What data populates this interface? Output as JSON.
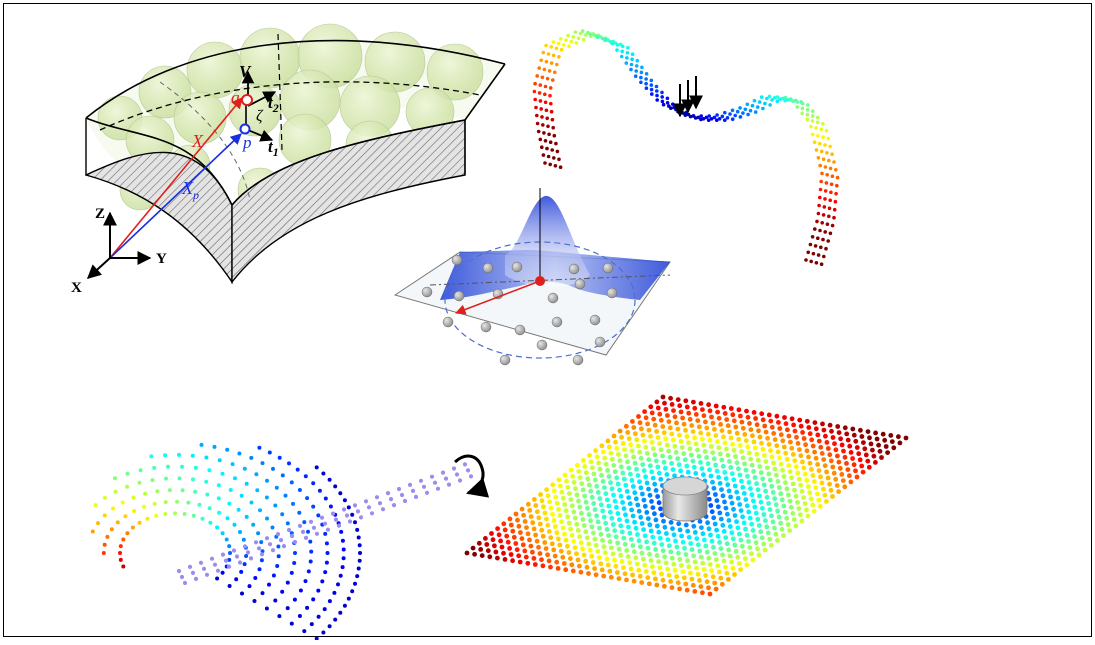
{
  "panels": {
    "shell_element": {
      "labels": {
        "q": "q",
        "V": "V",
        "zeta": "ζ",
        "t2": "t",
        "t2_sub": "2",
        "t1": "t",
        "t1_sub": "1",
        "p": "p",
        "X": "X",
        "Xp": "X",
        "Xp_sub": "p"
      },
      "axes": {
        "x": "X",
        "y": "Y",
        "z": "Z"
      },
      "colors": {
        "position_q": "#e0201c",
        "position_p": "#1c2fe0",
        "particles": "#d8e8b0"
      }
    },
    "kernel": {
      "colors": {
        "center": "#e0201c",
        "surface": "#1f3fd6",
        "nodes": "#a8a8a8"
      }
    },
    "bent_strip": {
      "load_arrows": 3
    },
    "rolling_strip": {
      "rotation_arrow": "curved-arrow"
    },
    "indented_plate": {
      "indenter": "cylinder"
    }
  }
}
